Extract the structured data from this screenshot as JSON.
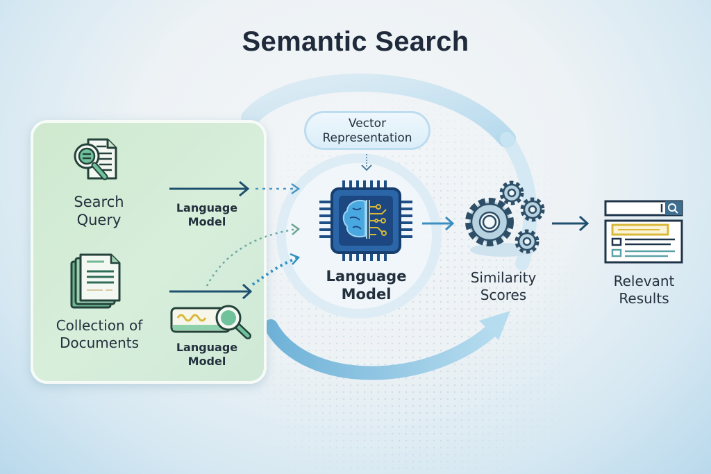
{
  "title": "Semantic Search",
  "colors": {
    "title_text": "#1f2a3b",
    "panel_green": "#d3ecd6",
    "icon_green": "#2e6b4e",
    "arrow_dark": "#1f4f6e",
    "arrow_blue": "#3b8fc0",
    "chip_blue": "#1e4e86",
    "circuit_gold": "#d9b93a",
    "gear_blue": "#9cc2d6"
  },
  "input_panel": {
    "search_query": {
      "icon": "search-document-icon",
      "line1": "Search",
      "line2": "Query"
    },
    "documents": {
      "icon": "document-stack-icon",
      "line1": "Collection of",
      "line2": "Documents"
    },
    "top_model": {
      "line1": "Language",
      "line2": "Model"
    },
    "bottom_model": {
      "icon": "search-bar-magnifier-icon",
      "line1": "Language",
      "line2": "Model"
    }
  },
  "vector": {
    "line1": "Vector",
    "line2": "Representation"
  },
  "language_model": {
    "icon": "brain-chip-icon",
    "line1": "Language",
    "line2": "Model"
  },
  "similarity": {
    "icon": "gears-icon",
    "line1": "Similarity",
    "line2": "Scores"
  },
  "results": {
    "icon": "search-results-icon",
    "line1": "Relevant",
    "line2": "Results"
  }
}
